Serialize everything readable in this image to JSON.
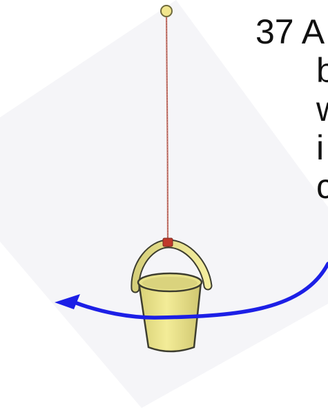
{
  "problem": {
    "number": "37",
    "lines": [
      "A",
      "b",
      "w",
      "i",
      "c"
    ]
  },
  "figure": {
    "background_tint": "#f4f4f8",
    "rope_color": "#c9796f",
    "rope_attachment_color": "#c0392b",
    "pivot_color": "#f1e68e",
    "bucket_fill": "#e8e28a",
    "bucket_outline": "#3d3d2f",
    "arrow_color": "#1c1fe6"
  }
}
